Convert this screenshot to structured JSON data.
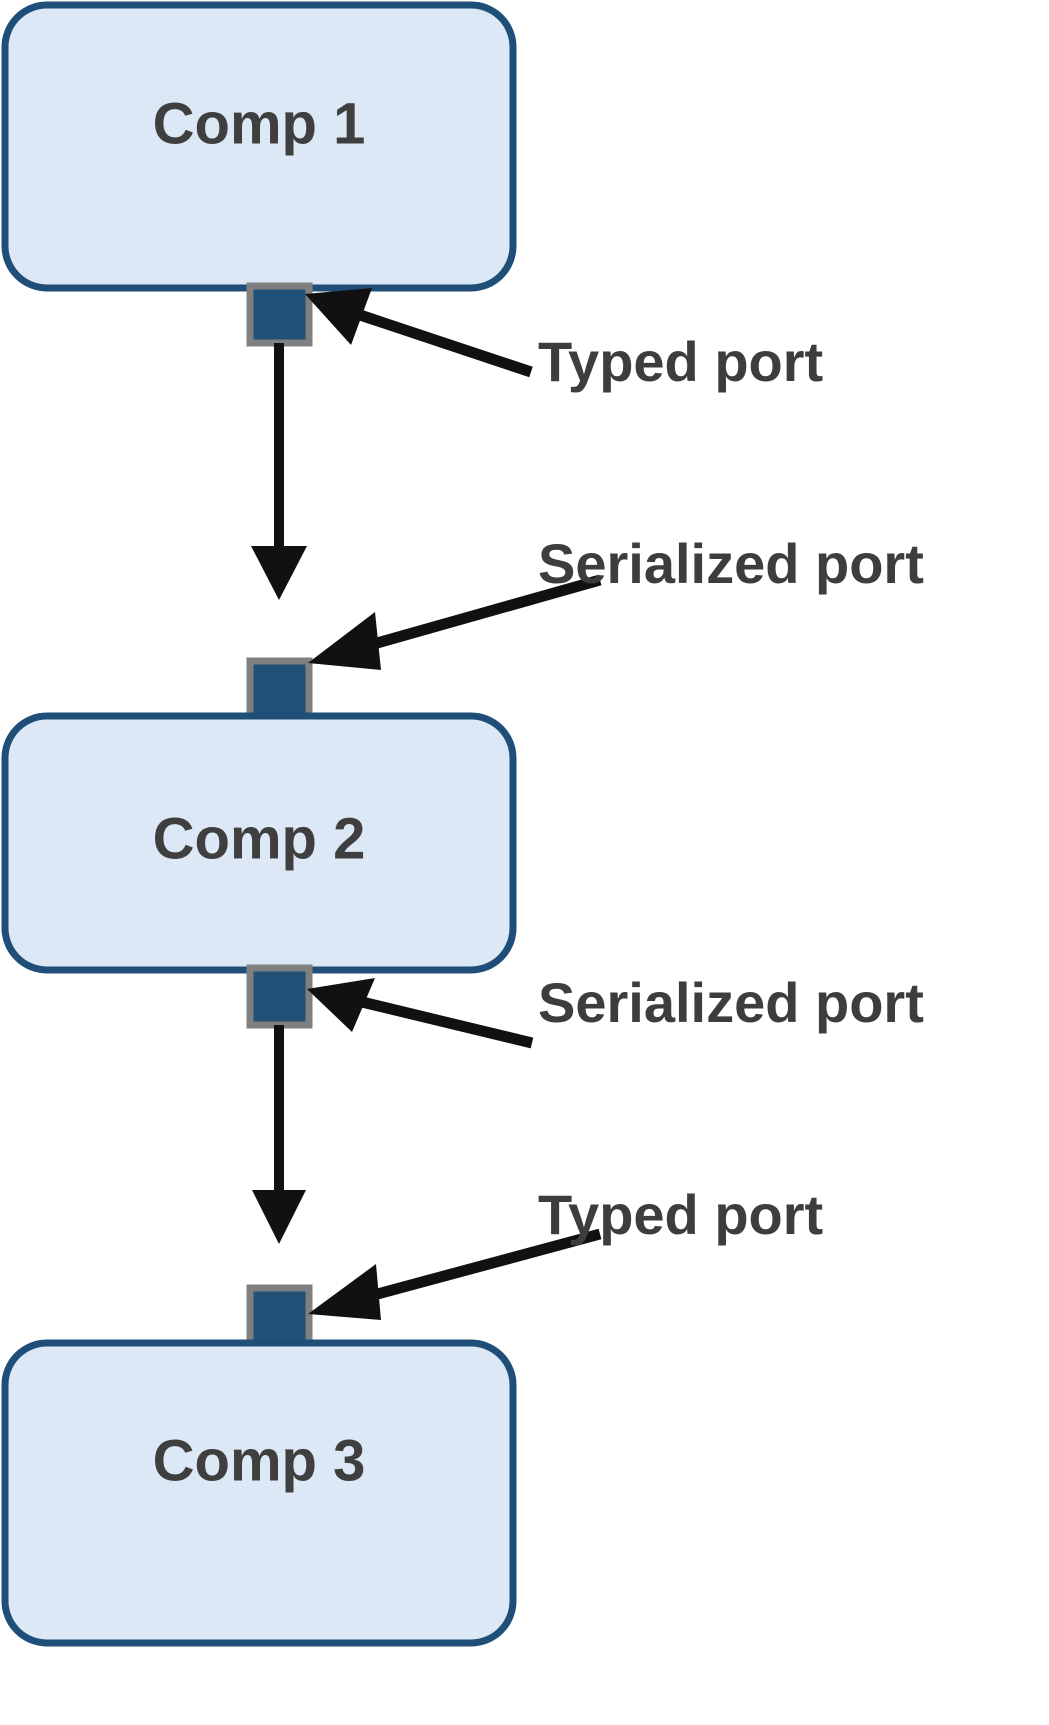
{
  "diagram": {
    "title": "Component port connection diagram",
    "background_color": "#ffffff",
    "colors": {
      "component_fill": "#dce8f5",
      "component_stroke": "#1f4e79",
      "port_fill": "#215176",
      "port_stroke": "#808080",
      "connector": "#111111",
      "label_text": "#3d3d3d"
    },
    "components": [
      {
        "id": "comp1",
        "label": "Comp 1"
      },
      {
        "id": "comp2",
        "label": "Comp 2"
      },
      {
        "id": "comp3",
        "label": "Comp 3"
      }
    ],
    "ports": [
      {
        "id": "port-comp1-out",
        "owner": "Comp 1",
        "kind": "Typed port"
      },
      {
        "id": "port-comp2-in",
        "owner": "Comp 2",
        "kind": "Serialized port"
      },
      {
        "id": "port-comp2-out",
        "owner": "Comp 2",
        "kind": "Serialized port"
      },
      {
        "id": "port-comp3-in",
        "owner": "Comp 3",
        "kind": "Typed port"
      }
    ],
    "annotations": [
      {
        "id": "annot-1",
        "text": "Typed port",
        "target": "port-comp1-out"
      },
      {
        "id": "annot-2",
        "text": "Serialized port",
        "target": "port-comp2-in"
      },
      {
        "id": "annot-3",
        "text": "Serialized port",
        "target": "port-comp2-out"
      },
      {
        "id": "annot-4",
        "text": "Typed port",
        "target": "port-comp3-in"
      }
    ],
    "connectors": [
      {
        "id": "connector-1-2",
        "from": "port-comp1-out",
        "to": "port-comp2-in"
      },
      {
        "id": "connector-2-3",
        "from": "port-comp2-out",
        "to": "port-comp3-in"
      }
    ]
  }
}
